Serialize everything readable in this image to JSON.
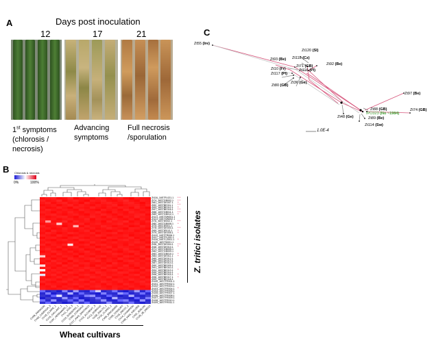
{
  "panel_a": {
    "letter": "A",
    "days_title": "Days post inoculation",
    "days": [
      "12",
      "17",
      "21"
    ],
    "captions": [
      [
        "1st symptoms",
        "(chlorosis /",
        "necrosis)"
      ],
      [
        "Advancing",
        "symptoms"
      ],
      [
        "Full necrosis",
        "/sporulation"
      ]
    ],
    "colors": {
      "green_leaf": "#3f6b2c",
      "chlorotic_leaf": "#b9a667",
      "necrotic_leaf": "#a5733e"
    }
  },
  "panel_b": {
    "letter": "B",
    "legend_title": "Chlorosis & necrosis",
    "legend_min": "0%",
    "legend_max": "100%",
    "side_label": "Z. tritici isolates",
    "axis_title": "Wheat cultivars",
    "row_labels": [
      "Zt116_16STR-021.1",
      "Zt74_16STGB002.1",
      "Zt81_16STDE007.1",
      "Zt92_16STBE011.1",
      "Zt93_16STBE012.1",
      "Zt97_16STBE016.1",
      "Zt88_16STGB011.1",
      "Zt89_16STGB012.1",
      "Zt113_16STSW001.1",
      "Zt114_16STSW002.1",
      "Zt76_16STIE002.1",
      "Zt80_16STGB008.1",
      "Zt75_16STIE001.1",
      "Zt78_16STDE003.1",
      "Zt55_16STIE013.1",
      "Zt79_16STDE005.1",
      "Zt110_16STFR006.1",
      "Zt117_16STPL001.1",
      "Zt118_16STCZ001.1",
      "Zt120_16STSI001.1",
      "Zt36_16STDE004.1",
      "Zt48_16STDE010.1",
      "Zt71_16STGB005.1",
      "Zt82_16STGB009.1",
      "Zt83_16STGB010.1",
      "Zt84_16STDE011.1",
      "Zt85_16STDE012.1",
      "Zt86_16STDE013.1",
      "Zt87_16STDE014.1",
      "Zt90_16STBE009.1",
      "Zt91_16STBE010.1",
      "Zt94_16STBE013.1",
      "Zt95_16STBE014.1",
      "Zt96_16STBE015.1",
      "Zt98_16STBE017.1",
      "Zt99_16STBE018.1",
      "Zt100_16STFR001.1",
      "Zt101_16STFR002.1",
      "Zt102_16STFR003.1",
      "Zt103_16STFR004.1",
      "Zt104_16STFR005.1",
      "Zt105_16STFR007.1",
      "Zt106_16STFR008.1",
      "Zt107_16STFR009.1",
      "Zt108_16STFR010.1",
      "Zt109_16STFR011.1"
    ],
    "col_labels": [
      "CV08_PARAGON",
      "CV02_CADENZA_5",
      "CV19_CLAIRE_1",
      "CV15_GALLANT_1",
      "CV07_HEREWARD_1",
      "CV11_XI19_3",
      "CV10_SOISSONS_1",
      "CV04_CORDIALE",
      "CV17_KWS_SANTIAGO",
      "CV13_ALCHEMY_3",
      "CV12_ROBIGUS",
      "CV05_RIALTO_1",
      "CV16_CLARIS_2",
      "CV06_BRIGADIER",
      "CV03_CONSORT",
      "CV18_DIEGO_2",
      "CV14_CHAMPION",
      "CV09_KWS_KIELDER",
      "CV01_AVALON",
      "CV20_JB_DIEGO"
    ],
    "heatmap_rows": [
      [
        0.95,
        0.92,
        0.9,
        0.96,
        0.94,
        0.88,
        0.97,
        0.93,
        0.91,
        0.95,
        0.9,
        0.94,
        0.96,
        0.92,
        0.89,
        0.95,
        0.97,
        0.9,
        0.93,
        0.94
      ],
      [
        0.9,
        0.95,
        0.93,
        0.88,
        0.96,
        0.92,
        0.9,
        0.94,
        0.97,
        0.91,
        0.93,
        0.9,
        0.95,
        0.96,
        0.92,
        0.88,
        0.94,
        0.96,
        0.91,
        0.93
      ],
      [
        0.93,
        0.9,
        0.96,
        0.92,
        0.9,
        0.95,
        0.93,
        0.97,
        0.9,
        0.94,
        0.96,
        0.92,
        0.9,
        0.93,
        0.95,
        0.91,
        0.9,
        0.94,
        0.97,
        0.92
      ],
      [
        0.96,
        0.94,
        0.92,
        0.97,
        0.93,
        0.9,
        0.95,
        0.91,
        0.94,
        0.96,
        0.92,
        0.95,
        0.93,
        0.9,
        0.97,
        0.94,
        0.92,
        0.91,
        0.95,
        0.9
      ],
      [
        0.92,
        0.96,
        0.95,
        0.9,
        0.94,
        0.97,
        0.91,
        0.93,
        0.95,
        0.9,
        0.94,
        0.96,
        0.92,
        0.95,
        0.91,
        0.93,
        0.96,
        0.9,
        0.94,
        0.97
      ],
      [
        0.94,
        0.9,
        0.93,
        0.95,
        0.92,
        0.94,
        0.96,
        0.9,
        0.93,
        0.95,
        0.97,
        0.91,
        0.94,
        0.92,
        0.96,
        0.9,
        0.93,
        0.95,
        0.92,
        0.94
      ],
      [
        0.91,
        0.93,
        0.97,
        0.92,
        0.95,
        0.9,
        0.94,
        0.96,
        0.92,
        0.93,
        0.9,
        0.95,
        0.97,
        0.91,
        0.94,
        0.96,
        0.9,
        0.93,
        0.95,
        0.92
      ],
      [
        0.95,
        0.92,
        0.9,
        0.94,
        0.96,
        0.93,
        0.91,
        0.95,
        0.97,
        0.92,
        0.94,
        0.9,
        0.93,
        0.96,
        0.92,
        0.95,
        0.94,
        0.91,
        0.9,
        0.96
      ],
      [
        0.93,
        0.96,
        0.94,
        0.91,
        0.9,
        0.95,
        0.97,
        0.92,
        0.94,
        0.9,
        0.93,
        0.96,
        0.91,
        0.94,
        0.97,
        0.92,
        0.95,
        0.9,
        0.93,
        0.94
      ],
      [
        0.9,
        0.94,
        0.92,
        0.96,
        0.93,
        0.91,
        0.95,
        0.94,
        0.9,
        0.97,
        0.92,
        0.93,
        0.95,
        0.9,
        0.94,
        0.96,
        0.92,
        0.97,
        0.91,
        0.95
      ],
      [
        0.92,
        0.7,
        0.95,
        0.93,
        0.88,
        0.96,
        0.9,
        0.94,
        0.92,
        0.95,
        0.93,
        0.97,
        0.9,
        0.94,
        0.92,
        0.89,
        0.96,
        0.93,
        0.95,
        0.9
      ],
      [
        0.96,
        0.93,
        0.91,
        0.6,
        0.95,
        0.92,
        0.94,
        0.9,
        0.96,
        0.93,
        0.91,
        0.95,
        0.94,
        0.92,
        0.9,
        0.95,
        0.93,
        0.91,
        0.96,
        0.94
      ],
      [
        0.9,
        0.95,
        0.94,
        0.92,
        0.97,
        0.93,
        0.65,
        0.96,
        0.91,
        0.94,
        0.95,
        0.9,
        0.93,
        0.96,
        0.94,
        0.92,
        0.97,
        0.95,
        0.9,
        0.93
      ],
      [
        0.94,
        0.92,
        0.96,
        0.95,
        0.9,
        0.94,
        0.93,
        0.91,
        0.95,
        0.92,
        0.96,
        0.94,
        0.9,
        0.93,
        0.95,
        0.97,
        0.91,
        0.92,
        0.94,
        0.96
      ],
      [
        0.93,
        0.97,
        0.9,
        0.94,
        0.92,
        0.95,
        0.96,
        0.93,
        0.9,
        0.96,
        0.92,
        0.94,
        0.97,
        0.95,
        0.9,
        0.93,
        0.92,
        0.96,
        0.94,
        0.91
      ],
      [
        0.95,
        0.9,
        0.93,
        0.97,
        0.94,
        0.9,
        0.92,
        0.95,
        0.94,
        0.91,
        0.97,
        0.93,
        0.92,
        0.9,
        0.96,
        0.94,
        0.95,
        0.93,
        0.91,
        0.97
      ],
      [
        0.91,
        0.94,
        0.96,
        0.9,
        0.93,
        0.97,
        0.95,
        0.92,
        0.93,
        0.95,
        0.9,
        0.92,
        0.96,
        0.94,
        0.93,
        0.91,
        0.97,
        0.94,
        0.95,
        0.92
      ],
      [
        0.96,
        0.92,
        0.91,
        0.95,
        0.97,
        0.92,
        0.9,
        0.94,
        0.96,
        0.93,
        0.95,
        0.97,
        0.91,
        0.92,
        0.95,
        0.94,
        0.9,
        0.96,
        0.93,
        0.95
      ],
      [
        0.92,
        0.95,
        0.97,
        0.93,
        0.91,
        0.94,
        0.96,
        0.9,
        0.92,
        0.94,
        0.93,
        0.91,
        0.95,
        0.97,
        0.92,
        0.9,
        0.94,
        0.92,
        0.96,
        0.93
      ],
      [
        0.94,
        0.91,
        0.93,
        0.96,
        0.95,
        0.92,
        0.93,
        0.97,
        0.95,
        0.9,
        0.94,
        0.96,
        0.93,
        0.91,
        0.94,
        0.95,
        0.93,
        0.9,
        0.92,
        0.96
      ],
      [
        0.9,
        0.96,
        0.92,
        0.94,
        0.9,
        0.55,
        0.95,
        0.93,
        0.91,
        0.96,
        0.92,
        0.9,
        0.94,
        0.95,
        0.93,
        0.96,
        0.91,
        0.95,
        0.94,
        0.9
      ],
      [
        0.95,
        0.93,
        0.95,
        0.91,
        0.96,
        0.93,
        0.91,
        0.96,
        0.94,
        0.92,
        0.97,
        0.94,
        0.9,
        0.96,
        0.91,
        0.93,
        0.95,
        0.94,
        0.9,
        0.97
      ],
      [
        0.93,
        0.9,
        0.94,
        0.97,
        0.92,
        0.96,
        0.94,
        0.91,
        0.97,
        0.95,
        0.9,
        0.93,
        0.96,
        0.92,
        0.95,
        0.9,
        0.94,
        0.96,
        0.93,
        0.91
      ],
      [
        0.97,
        0.94,
        0.9,
        0.93,
        0.95,
        0.91,
        0.96,
        0.93,
        0.9,
        0.94,
        0.96,
        0.92,
        0.91,
        0.95,
        0.97,
        0.93,
        0.9,
        0.92,
        0.96,
        0.94
      ],
      [
        0.91,
        0.93,
        0.96,
        0.9,
        0.94,
        0.95,
        0.92,
        0.97,
        0.93,
        0.91,
        0.95,
        0.96,
        0.94,
        0.9,
        0.92,
        0.95,
        0.97,
        0.91,
        0.94,
        0.92
      ],
      [
        0.6,
        0.95,
        0.92,
        0.95,
        0.91,
        0.93,
        0.97,
        0.9,
        0.94,
        0.96,
        0.92,
        0.9,
        0.95,
        0.93,
        0.96,
        0.91,
        0.92,
        0.95,
        0.9,
        0.96
      ],
      [
        0.94,
        0.92,
        0.97,
        0.93,
        0.96,
        0.9,
        0.93,
        0.95,
        0.92,
        0.9,
        0.94,
        0.97,
        0.93,
        0.96,
        0.9,
        0.94,
        0.96,
        0.93,
        0.97,
        0.9
      ],
      [
        0.92,
        0.96,
        0.9,
        0.94,
        0.93,
        0.97,
        0.91,
        0.94,
        0.96,
        0.93,
        0.9,
        0.95,
        0.92,
        0.94,
        0.97,
        0.92,
        0.9,
        0.94,
        0.93,
        0.95
      ],
      [
        0.96,
        0.91,
        0.94,
        0.9,
        0.97,
        0.92,
        0.95,
        0.92,
        0.91,
        0.95,
        0.96,
        0.93,
        0.97,
        0.9,
        0.94,
        0.96,
        0.93,
        0.91,
        0.95,
        0.92
      ],
      [
        0.55,
        0.94,
        0.93,
        0.96,
        0.9,
        0.94,
        0.9,
        0.96,
        0.93,
        0.97,
        0.91,
        0.94,
        0.9,
        0.93,
        0.95,
        0.9,
        0.96,
        0.92,
        0.94,
        0.93
      ],
      [
        0.93,
        0.9,
        0.96,
        0.92,
        0.94,
        0.91,
        0.94,
        0.93,
        0.9,
        0.92,
        0.95,
        0.9,
        0.94,
        0.96,
        0.91,
        0.93,
        0.94,
        0.97,
        0.91,
        0.95
      ],
      [
        0.5,
        0.95,
        0.91,
        0.94,
        0.92,
        0.96,
        0.93,
        0.9,
        0.95,
        0.91,
        0.93,
        0.96,
        0.92,
        0.9,
        0.96,
        0.94,
        0.91,
        0.93,
        0.96,
        0.9
      ],
      [
        0.95,
        0.92,
        0.94,
        0.91,
        0.96,
        0.9,
        0.92,
        0.95,
        0.94,
        0.96,
        0.9,
        0.92,
        0.95,
        0.94,
        0.9,
        0.91,
        0.95,
        0.96,
        0.92,
        0.94
      ],
      [
        0.45,
        0.93,
        0.9,
        0.95,
        0.91,
        0.94,
        0.96,
        0.92,
        0.9,
        0.93,
        0.95,
        0.91,
        0.94,
        0.92,
        0.93,
        0.96,
        0.92,
        0.9,
        0.95,
        0.93
      ],
      [
        0.92,
        0.96,
        0.94,
        0.9,
        0.95,
        0.93,
        0.91,
        0.96,
        0.94,
        0.9,
        0.92,
        0.95,
        0.9,
        0.96,
        0.94,
        0.92,
        0.94,
        0.95,
        0.9,
        0.96
      ],
      [
        0.94,
        0.9,
        0.92,
        0.96,
        0.93,
        0.91,
        0.95,
        0.9,
        0.92,
        0.96,
        0.94,
        0.93,
        0.96,
        0.91,
        0.92,
        0.95,
        0.9,
        0.93,
        0.94,
        0.91
      ],
      [
        0.9,
        0.94,
        0.96,
        0.92,
        0.9,
        0.95,
        0.93,
        0.94,
        0.96,
        0.91,
        0.95,
        0.9,
        0.93,
        0.95,
        0.91,
        0.94,
        0.96,
        0.92,
        0.9,
        0.94
      ],
      [
        0.96,
        0.91,
        0.93,
        0.94,
        0.96,
        0.92,
        0.9,
        0.93,
        0.91,
        0.94,
        0.92,
        0.96,
        0.91,
        0.94,
        0.96,
        0.9,
        0.93,
        0.95,
        0.92,
        0.9
      ],
      [
        0.93,
        0.95,
        0.9,
        0.96,
        0.92,
        0.94,
        0.96,
        0.91,
        0.95,
        0.92,
        0.9,
        0.94,
        0.96,
        0.92,
        0.93,
        0.95,
        0.91,
        0.94,
        0.96,
        0.93
      ],
      [
        0.91,
        0.93,
        0.95,
        0.92,
        0.94,
        0.9,
        0.93,
        0.96,
        0.92,
        0.95,
        0.93,
        0.91,
        0.94,
        0.9,
        0.95,
        0.92,
        0.96,
        0.91,
        0.93,
        0.95
      ],
      [
        0.2,
        0.1,
        0.15,
        0.05,
        0.25,
        0.1,
        0.3,
        0.12,
        0.08,
        0.2,
        0.4,
        0.1,
        0.15,
        0.22,
        0.1,
        0.05,
        0.18,
        0.3,
        0.1,
        0.2
      ],
      [
        0.1,
        0.25,
        0.05,
        0.15,
        0.1,
        0.35,
        0.08,
        0.2,
        0.15,
        0.1,
        0.05,
        0.25,
        0.12,
        0.1,
        0.3,
        0.2,
        0.08,
        0.15,
        0.22,
        0.1
      ],
      [
        0.15,
        0.08,
        0.2,
        0.45,
        0.12,
        0.05,
        0.15,
        0.1,
        0.25,
        0.3,
        0.1,
        0.08,
        0.2,
        0.15,
        0.05,
        0.12,
        0.35,
        0.1,
        0.08,
        0.18
      ],
      [
        0.05,
        0.18,
        0.1,
        0.12,
        0.3,
        0.15,
        0.2,
        0.05,
        0.1,
        0.15,
        0.22,
        0.12,
        0.05,
        0.35,
        0.15,
        0.1,
        0.05,
        0.2,
        0.12,
        0.25
      ],
      [
        0.22,
        0.1,
        0.3,
        0.08,
        0.15,
        0.2,
        0.1,
        0.25,
        0.05,
        0.12,
        0.18,
        0.3,
        0.1,
        0.08,
        0.2,
        0.25,
        0.12,
        0.05,
        0.3,
        0.1
      ],
      [
        0.12,
        0.2,
        0.08,
        0.18,
        0.05,
        0.12,
        0.25,
        0.15,
        0.2,
        0.08,
        0.1,
        0.15,
        0.28,
        0.12,
        0.1,
        0.18,
        0.22,
        0.12,
        0.05,
        0.15
      ]
    ],
    "marks": [
      "* *",
      "* *",
      "*",
      "* *",
      "*",
      "* *",
      "* *",
      "*",
      "",
      "",
      " * *",
      "*",
      "",
      "* *",
      "*",
      "*",
      "",
      "",
      "*",
      "",
      "* *",
      "*",
      "",
      "",
      "*",
      "*",
      "",
      "",
      "",
      "",
      "",
      "*",
      "",
      "*",
      "*",
      "",
      "",
      "",
      "",
      "*",
      "",
      "",
      "",
      "",
      "",
      ""
    ]
  },
  "panel_c": {
    "letter": "C",
    "scale_label": "1.0E-4",
    "labels": [
      {
        "id": "Zt55",
        "text": "Zt55",
        "country": "(Ire)"
      },
      {
        "id": "Zt120",
        "text": "Zt120",
        "country": "(Sl)"
      },
      {
        "id": "Zt118",
        "text": "Zt118",
        "country": "(Cz)"
      },
      {
        "id": "Zt93",
        "text": "Zt93",
        "country": "(Be)"
      },
      {
        "id": "Zt92",
        "text": "Zt92",
        "country": "(Be)"
      },
      {
        "id": "Zt71",
        "text": "Zt71",
        "country": "(GB)"
      },
      {
        "id": "Zt10",
        "text": "Zt10",
        "country": "(Fr)"
      },
      {
        "id": "Zt116",
        "text": "Zt116",
        "country": "(Pl)"
      },
      {
        "id": "Zt117",
        "text": "Zt117",
        "country": "(Pl)"
      },
      {
        "id": "Zt36",
        "text": "Zt36",
        "country": "(Ge)"
      },
      {
        "id": "Zt80",
        "text": "Zt80",
        "country": "(GB)"
      },
      {
        "id": "Zt97",
        "text": "Zt97",
        "country": "(Be)"
      },
      {
        "id": "Zt88",
        "text": "Zt88",
        "country": "(GB)"
      },
      {
        "id": "Zt74",
        "text": "Zt74",
        "country": "(GB)"
      },
      {
        "id": "Zt48",
        "text": "Zt48",
        "country": "(Ge)"
      },
      {
        "id": "Zt89",
        "text": "Zt89",
        "country": "(Be)"
      },
      {
        "id": "Zt114",
        "text": "Zt114",
        "country": "(Sw)"
      },
      {
        "id": "IPO323",
        "text": "IPO323",
        "country": "(No ~1984)"
      }
    ]
  }
}
